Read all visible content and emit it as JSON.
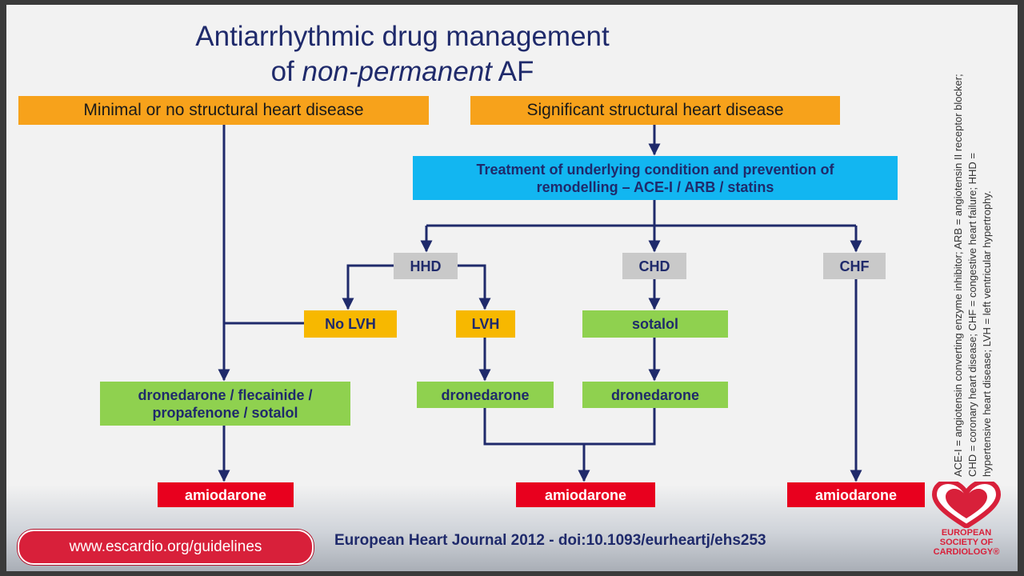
{
  "title": {
    "line1": "Antiarrhythmic drug management",
    "line2_prefix": "of ",
    "line2_italic": "non-permanent",
    "line2_suffix": " AF"
  },
  "nodes": {
    "minimal": "Minimal or no structural heart disease",
    "significant": "Significant structural heart disease",
    "treatment_line1": "Treatment of underlying condition and prevention of",
    "treatment_line2": "remodelling  –  ACE-I / ARB / statins",
    "hhd": "HHD",
    "chd": "CHD",
    "chf": "CHF",
    "no_lvh": "No LVH",
    "lvh": "LVH",
    "sotalol": "sotalol",
    "combo_line1": "dronedarone / flecainide /",
    "combo_line2": "propafenone / sotalol",
    "dronedarone_lvh": "dronedarone",
    "dronedarone_chd": "dronedarone",
    "amiodarone_left": "amiodarone",
    "amiodarone_mid": "amiodarone",
    "amiodarone_right": "amiodarone"
  },
  "abbreviations": {
    "line1": "ACE-I = angiotensin converting enzyme inhibitor; ARB = angiotensin II receptor blocker;",
    "line2": "CHD = coronary heart disease; CHF = congestive heart failure; HHD =",
    "line3": "hypertensive heart disease; LVH = left ventricular hypertrophy."
  },
  "footer": {
    "url": "www.escardio.org/guidelines",
    "journal": "European Heart Journal 2012 - doi:10.1093/eurheartj/ehs253"
  },
  "logo": {
    "line1": "EUROPEAN",
    "line2": "SOCIETY OF",
    "line3": "CARDIOLOGY®"
  },
  "colors": {
    "orange": "#f7a21b",
    "blue": "#12b6f1",
    "gray": "#c9c9c9",
    "yellow": "#f7b800",
    "green": "#8fd14f",
    "red": "#e8001e",
    "navy": "#1f2a6b"
  }
}
